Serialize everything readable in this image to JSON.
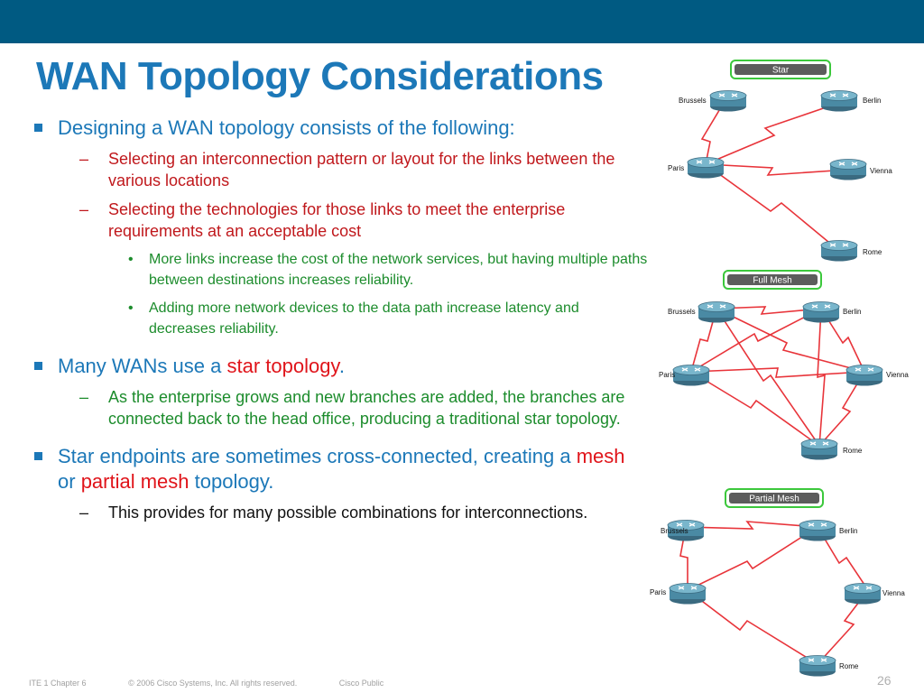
{
  "title": "WAN Topology Considerations",
  "content": {
    "b1": "Designing a WAN topology consists of the following:",
    "b1_sub1": "Selecting an interconnection pattern or layout for the links between the various locations",
    "b1_sub2": "Selecting the technologies for those links to meet the enterprise requirements at an acceptable cost",
    "b1_sub2_d1": "More links increase the cost of the network services, but having multiple paths between destinations increases reliability.",
    "b1_sub2_d2": "Adding more network devices to the data path increase latency and decreases reliability.",
    "b2_pre": "Many WANs use a ",
    "b2_em": "star topology",
    "b2_post": ".",
    "b2_sub1": "As the enterprise grows and new branches are added, the branches are connected back to the head office, producing a traditional star topology.",
    "b3_pre": "Star endpoints are sometimes cross-connected, creating a ",
    "b3_em1": "mesh",
    "b3_mid": " or ",
    "b3_em2": "partial mesh",
    "b3_post": " topology.",
    "b3_sub1": "This provides for many possible combinations for interconnections."
  },
  "bullet_glyphs": {
    "dash": "–",
    "dot": "•"
  },
  "diagrams": {
    "star": {
      "label": "Star",
      "nodes": {
        "brussels": "Brussels",
        "berlin": "Berlin",
        "paris": "Paris",
        "vienna": "Vienna",
        "rome": "Rome"
      }
    },
    "full_mesh": {
      "label": "Full Mesh",
      "nodes": {
        "brussels": "Brussels",
        "berlin": "Berlin",
        "paris": "Paris",
        "vienna": "Vienna",
        "rome": "Rome"
      }
    },
    "partial_mesh": {
      "label": "Partial Mesh",
      "nodes": {
        "brussels": "Brussels",
        "berlin": "Berlin",
        "paris": "Paris",
        "vienna": "Vienna",
        "rome": "Rome"
      }
    }
  },
  "footer": {
    "course": "ITE 1 Chapter 6",
    "copyright": "© 2006 Cisco Systems, Inc. All rights reserved.",
    "classification": "Cisco Public",
    "page": "26"
  },
  "colors": {
    "header_band": "#005a82",
    "title": "#1c78b8",
    "level1_text": "#1c78b8",
    "level2_text": "#c0181c",
    "level3_text": "#1c8c2c",
    "link": "#e8343a",
    "badge_border": "#3cc83c"
  }
}
